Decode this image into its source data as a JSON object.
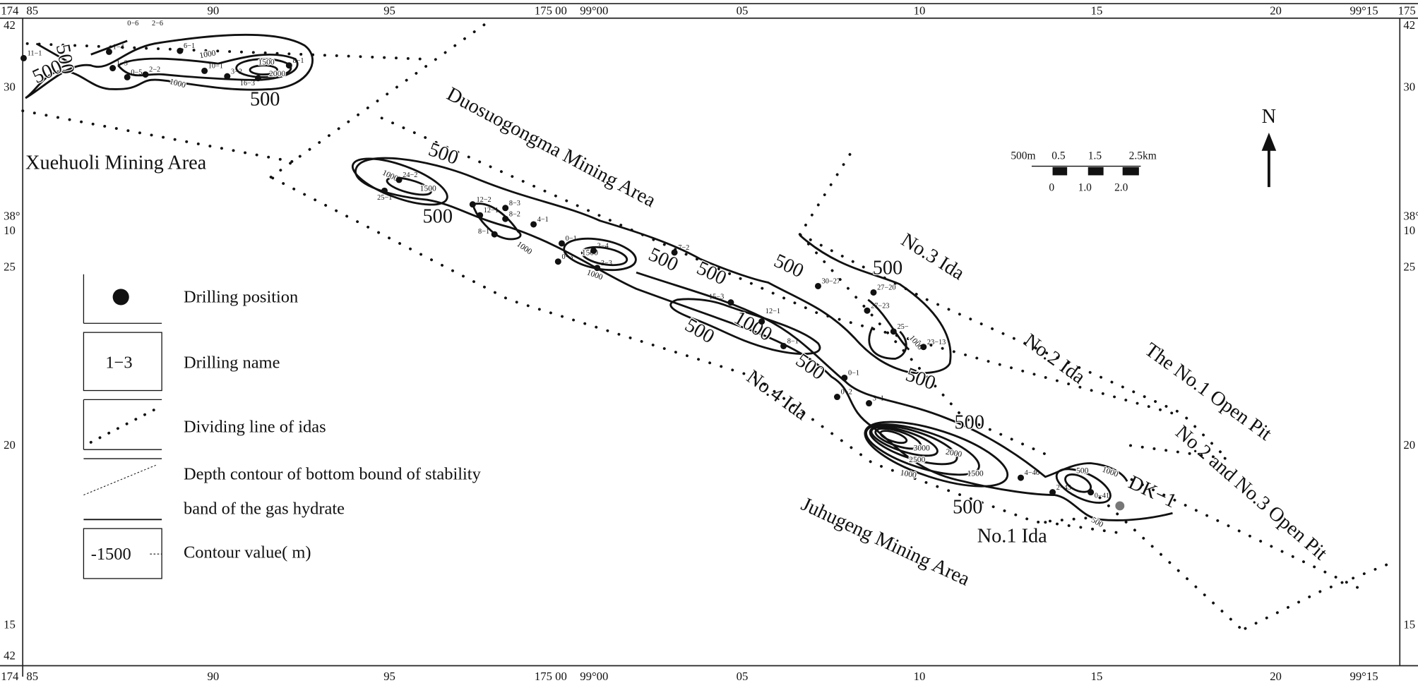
{
  "axes": {
    "top": [
      "174",
      "85",
      "90",
      "95",
      "175 00",
      "99°00",
      "05",
      "10",
      "15",
      "20",
      "99°15",
      "175"
    ],
    "bottom": [
      "174",
      "85",
      "90",
      "95",
      "175 00",
      "99°00",
      "05",
      "10",
      "15",
      "20",
      "99°15"
    ],
    "left": [
      "42",
      "30",
      "38°",
      "10",
      "25",
      "20",
      "15",
      "42"
    ],
    "right": [
      "42",
      "30",
      "38°",
      "10",
      "25",
      "20",
      "15"
    ]
  },
  "regions": {
    "xuehuoli": "Xuehuoli Mining Area",
    "duosuogongma": "Duosuogongma Mining Area",
    "juhugeng": "Juhugeng Mining Area",
    "no3_ida": "No.3  Ida",
    "no2_ida": "No.2  Ida",
    "no4_ida": "No.4  Ida",
    "no1_ida": "No.1  Ida",
    "no1_open_pit": "The No.1 Open Pit",
    "no2_no3_open_pit": "No.2  and No.3 Open Pit",
    "dk1": "DK−1"
  },
  "north": "N",
  "scale_bar": {
    "top_labels": [
      "500m",
      "0.5",
      "1.5",
      "2.5km"
    ],
    "bottom_labels": [
      "0",
      "1.0",
      "2.0"
    ]
  },
  "legend": {
    "drilling_position": "Drilling position",
    "drilling_name_sample": "1−3",
    "drilling_name": "Drilling name",
    "dividing_line": "Dividing line of idas",
    "depth_contour_1": "Depth contour of bottom bound of stability",
    "depth_contour_2": "band of the gas hydrate",
    "contour_value_sample": "-1500",
    "contour_value": "Contour value( m)"
  },
  "drillings": [
    "11−1",
    "0−6",
    "2−6",
    "1−4",
    "1−3",
    "0−5",
    "2−2",
    "6−1",
    "10−1",
    "3−2",
    "16−3",
    "8−1",
    "24−2",
    "25−1",
    "12−2",
    "12−1",
    "8−3",
    "8−2",
    "8−1",
    "4−1",
    "0−1",
    "0−3",
    "3−4",
    "3−3",
    "7−2",
    "15−3",
    "12−1",
    "8−1",
    "30−27",
    "27−20",
    "27−23",
    "25−",
    "23−13",
    "0−1",
    "0−2",
    "3−1",
    "4−46",
    "2−43",
    "0−41"
  ],
  "contour_labels": [
    "500",
    "500",
    "1000",
    "1500",
    "2000",
    "1000",
    "500",
    "500",
    "1000",
    "1500",
    "500",
    "1000",
    "1500",
    "1000",
    "500",
    "500",
    "500",
    "500",
    "500",
    "1000",
    "500",
    "1000",
    "500",
    "500",
    "3000",
    "2500",
    "2000",
    "1000",
    "1500",
    "500",
    "500",
    "1000",
    "500"
  ],
  "colors": {
    "ink": "#111111",
    "dk1_marker": "#777777"
  }
}
